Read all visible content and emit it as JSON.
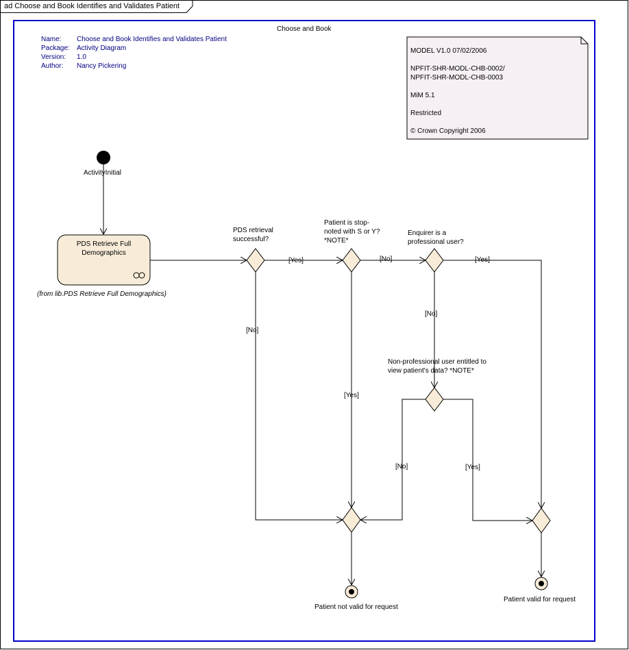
{
  "frame": {
    "title": "ad Choose and Book Identifies and Validates Patient"
  },
  "package_title": "Choose and Book",
  "metadata": [
    {
      "key": "Name:",
      "value": "Choose and Book Identifies and Validates Patient"
    },
    {
      "key": "Package:",
      "value": "Activity Diagram"
    },
    {
      "key": "Version:",
      "value": "1.0"
    },
    {
      "key": "Author:",
      "value": "Nancy Pickering"
    }
  ],
  "note": {
    "lines": [
      "MODEL V1.0 07/02/2006",
      "NPFIT-SHR-MODL-CHB-0002/",
      "NPFIT-SHR-MODL-CHB-0003",
      "MiM 5.1",
      "Restricted",
      "© Crown Copyright 2006"
    ]
  },
  "initial": {
    "label": "ActivityInitial"
  },
  "activity": {
    "label_line1": "PDS Retrieve Full",
    "label_line2": "Demographics",
    "source": "(from lib.PDS Retrieve Full Demographics)"
  },
  "decisions": {
    "d1": {
      "line1": "PDS retrieval",
      "line2": "successful?"
    },
    "d2": {
      "line1": "Patient is stop-",
      "line2": "noted with S or Y?",
      "line3": "*NOTE*"
    },
    "d3": {
      "line1": "Enquirer is a",
      "line2": "professional user?"
    },
    "d4": {
      "line1": "Non-professional user entitled to",
      "line2": "view patient's data? *NOTE*"
    }
  },
  "guards": {
    "d1_yes": "[Yes]",
    "d1_no": "[No]",
    "d2_no": "[No]",
    "d2_yes": "[Yes]",
    "d3_yes": "[Yes]",
    "d3_no": "[No]",
    "d4_no": "[No]",
    "d4_yes": "[Yes]"
  },
  "finals": {
    "not_valid": "Patient not valid for request",
    "valid": "Patient valid for request"
  },
  "colors": {
    "boundary": "#0000cc",
    "node_fill": "#f8ecd8",
    "note_fill": "#f6f0f4",
    "meta_text": "#000080"
  }
}
